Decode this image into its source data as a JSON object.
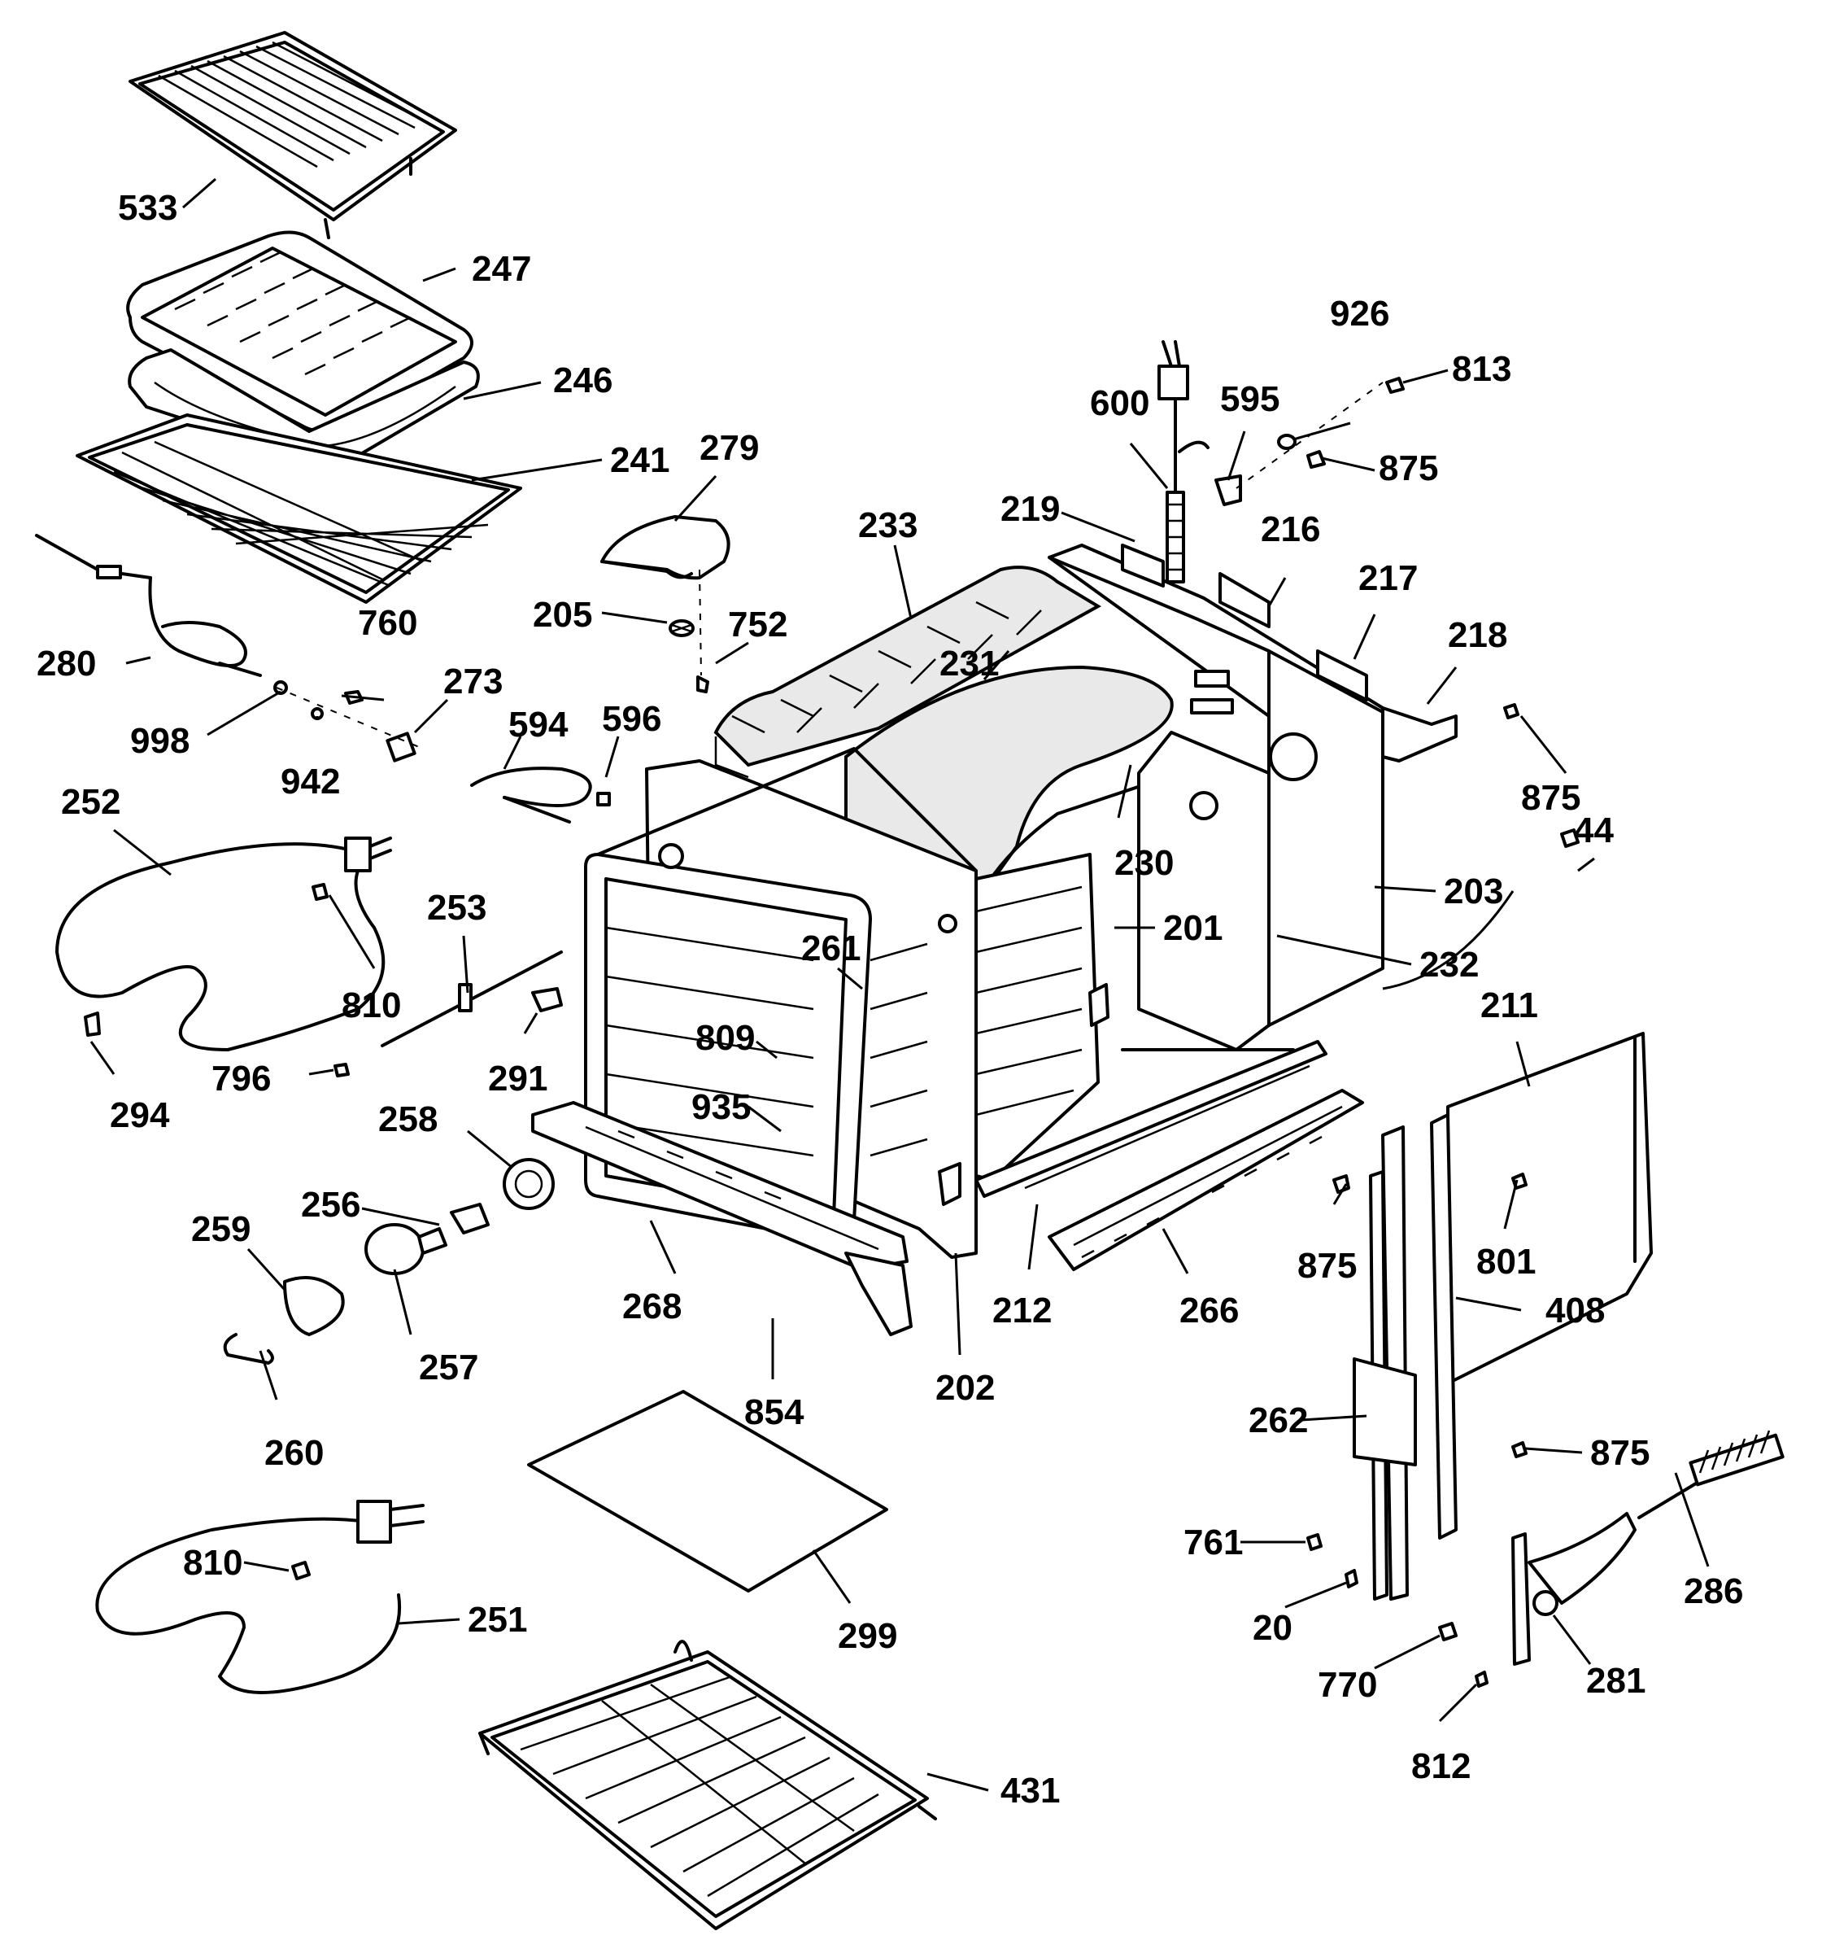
{
  "labels": [
    {
      "name": "part-533",
      "text": "533"
    },
    {
      "name": "part-247",
      "text": "247"
    },
    {
      "name": "part-246",
      "text": "246"
    },
    {
      "name": "part-241",
      "text": "241"
    },
    {
      "name": "part-279",
      "text": "279"
    },
    {
      "name": "part-233",
      "text": "233"
    },
    {
      "name": "part-205",
      "text": "205"
    },
    {
      "name": "part-752",
      "text": "752"
    },
    {
      "name": "part-231",
      "text": "231"
    },
    {
      "name": "part-600",
      "text": "600"
    },
    {
      "name": "part-595",
      "text": "595"
    },
    {
      "name": "part-926",
      "text": "926"
    },
    {
      "name": "part-813",
      "text": "813"
    },
    {
      "name": "part-875-a",
      "text": "875"
    },
    {
      "name": "part-219",
      "text": "219"
    },
    {
      "name": "part-216",
      "text": "216"
    },
    {
      "name": "part-217",
      "text": "217"
    },
    {
      "name": "part-218",
      "text": "218"
    },
    {
      "name": "part-875-b",
      "text": "875"
    },
    {
      "name": "part-44",
      "text": "44"
    },
    {
      "name": "part-280",
      "text": "280"
    },
    {
      "name": "part-760",
      "text": "760"
    },
    {
      "name": "part-998",
      "text": "998"
    },
    {
      "name": "part-273",
      "text": "273"
    },
    {
      "name": "part-594",
      "text": "594"
    },
    {
      "name": "part-596",
      "text": "596"
    },
    {
      "name": "part-942",
      "text": "942"
    },
    {
      "name": "part-252",
      "text": "252"
    },
    {
      "name": "part-230",
      "text": "230"
    },
    {
      "name": "part-203",
      "text": "203"
    },
    {
      "name": "part-201",
      "text": "201"
    },
    {
      "name": "part-232",
      "text": "232"
    },
    {
      "name": "part-253",
      "text": "253"
    },
    {
      "name": "part-261",
      "text": "261"
    },
    {
      "name": "part-810-a",
      "text": "810"
    },
    {
      "name": "part-211",
      "text": "211"
    },
    {
      "name": "part-796",
      "text": "796"
    },
    {
      "name": "part-291",
      "text": "291"
    },
    {
      "name": "part-809",
      "text": "809"
    },
    {
      "name": "part-294",
      "text": "294"
    },
    {
      "name": "part-935",
      "text": "935"
    },
    {
      "name": "part-258",
      "text": "258"
    },
    {
      "name": "part-256",
      "text": "256"
    },
    {
      "name": "part-259",
      "text": "259"
    },
    {
      "name": "part-875-c",
      "text": "875"
    },
    {
      "name": "part-801",
      "text": "801"
    },
    {
      "name": "part-268",
      "text": "268"
    },
    {
      "name": "part-212",
      "text": "212"
    },
    {
      "name": "part-266",
      "text": "266"
    },
    {
      "name": "part-408",
      "text": "408"
    },
    {
      "name": "part-257",
      "text": "257"
    },
    {
      "name": "part-854",
      "text": "854"
    },
    {
      "name": "part-202",
      "text": "202"
    },
    {
      "name": "part-262",
      "text": "262"
    },
    {
      "name": "part-875-d",
      "text": "875"
    },
    {
      "name": "part-260",
      "text": "260"
    },
    {
      "name": "part-810-b",
      "text": "810"
    },
    {
      "name": "part-761",
      "text": "761"
    },
    {
      "name": "part-251",
      "text": "251"
    },
    {
      "name": "part-286",
      "text": "286"
    },
    {
      "name": "part-299",
      "text": "299"
    },
    {
      "name": "part-20",
      "text": "20"
    },
    {
      "name": "part-770",
      "text": "770"
    },
    {
      "name": "part-281",
      "text": "281"
    },
    {
      "name": "part-812",
      "text": "812"
    },
    {
      "name": "part-431",
      "text": "431"
    }
  ]
}
